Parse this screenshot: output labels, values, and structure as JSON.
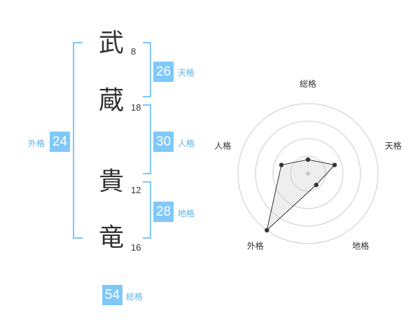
{
  "name_chars": [
    {
      "char": "武",
      "strokes": "8"
    },
    {
      "char": "蔵",
      "strokes": "18"
    },
    {
      "char": "貴",
      "strokes": "12"
    },
    {
      "char": "竜",
      "strokes": "16"
    }
  ],
  "fortunes": {
    "tenkaku": {
      "value": "26",
      "label": "天格"
    },
    "jinkaku": {
      "value": "30",
      "label": "人格"
    },
    "chikaku": {
      "value": "28",
      "label": "地格"
    },
    "gaikaku": {
      "value": "24",
      "label": "外格"
    },
    "soukaku": {
      "value": "54",
      "label": "総格"
    }
  },
  "colors": {
    "accent": "#7fc8f8",
    "bracket": "#7fc8f8",
    "ring": "#cccccc",
    "marker": "#333333"
  },
  "chart_data": {
    "type": "radar",
    "axes": [
      "総格",
      "天格",
      "地格",
      "外格",
      "人格"
    ],
    "values": [
      0.2,
      0.4,
      0.2,
      1.0,
      0.4
    ],
    "rings": 4
  }
}
